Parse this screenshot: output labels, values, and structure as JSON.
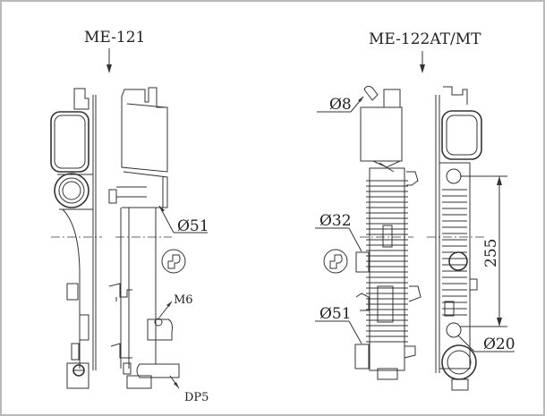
{
  "models": {
    "left": {
      "title": "ME-121",
      "labels": {
        "outlet_diameter": "Ø51",
        "thread": "M6",
        "drain": "DP5"
      }
    },
    "right": {
      "title": "ME-122AT/MT",
      "labels": {
        "vent_diameter": "Ø8",
        "inlet_diameter": "Ø32",
        "outlet_diameter": "Ø51",
        "hole_diameter": "Ø20",
        "hole_spacing": "255"
      }
    }
  }
}
